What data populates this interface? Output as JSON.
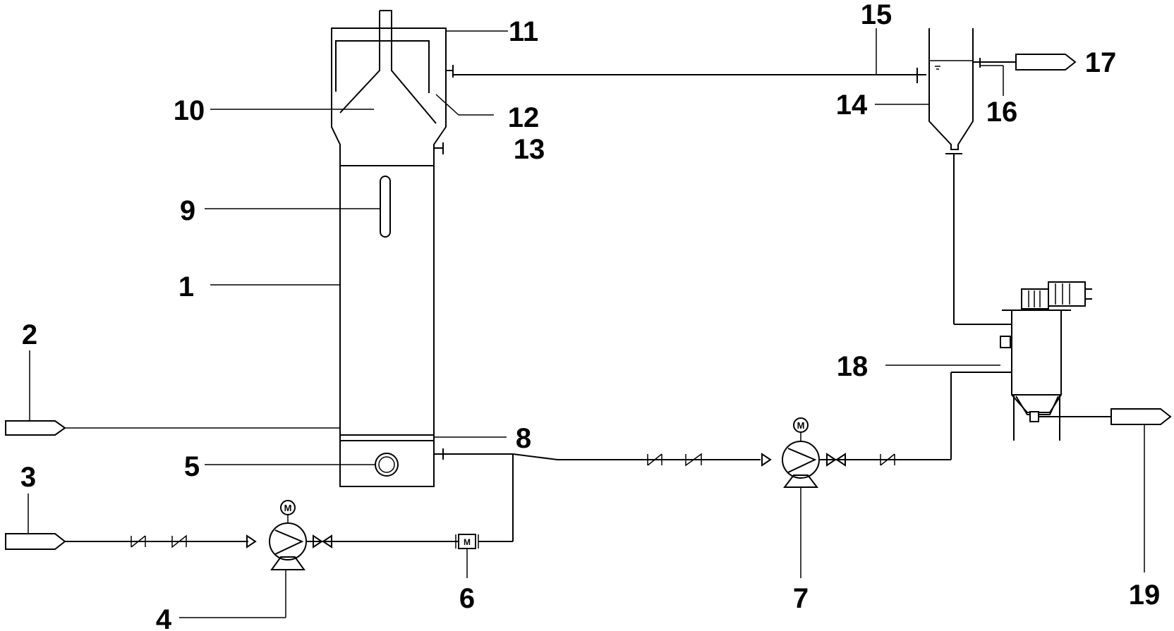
{
  "labels": {
    "l1": "1",
    "l2": "2",
    "l3": "3",
    "l4": "4",
    "l5": "5",
    "l6": "6",
    "l7": "7",
    "l8": "8",
    "l9": "9",
    "l10": "10",
    "l11": "11",
    "l12": "12",
    "l13": "13",
    "l14": "14",
    "l15": "15",
    "l16": "16",
    "l17": "17",
    "l18": "18",
    "l19": "19"
  },
  "motor_symbol": "M",
  "meter_symbol": "M"
}
